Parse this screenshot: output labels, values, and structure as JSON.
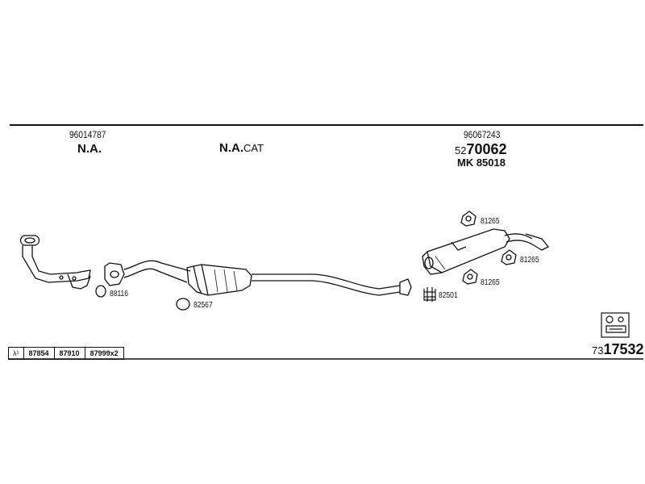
{
  "left_part": {
    "number": "96014787",
    "label": "N.A."
  },
  "cat_part": {
    "label": "N.A.",
    "suffix": "CAT"
  },
  "rear_part": {
    "number": "96067243",
    "code_prefix": "52",
    "code_main": "70062",
    "mk_label": "MK 85018"
  },
  "components": [
    {
      "id": "gasket-88116",
      "label": "88116"
    },
    {
      "id": "ring-82567",
      "label": "82567"
    },
    {
      "id": "clamp-82501",
      "label": "82501"
    },
    {
      "id": "hanger-81265-top",
      "label": "81265"
    },
    {
      "id": "hanger-81265-right",
      "label": "81265"
    },
    {
      "id": "hanger-81265-bottom",
      "label": "81265"
    }
  ],
  "footer_table": {
    "lambda": "λ¹",
    "cells": [
      "87854",
      "87910",
      "87999x2"
    ]
  },
  "ref_number": {
    "prefix": "73",
    "main": "17532"
  },
  "colors": {
    "line": "#111111",
    "background": "#ffffff"
  },
  "icon": "exhaust-kit-icon"
}
